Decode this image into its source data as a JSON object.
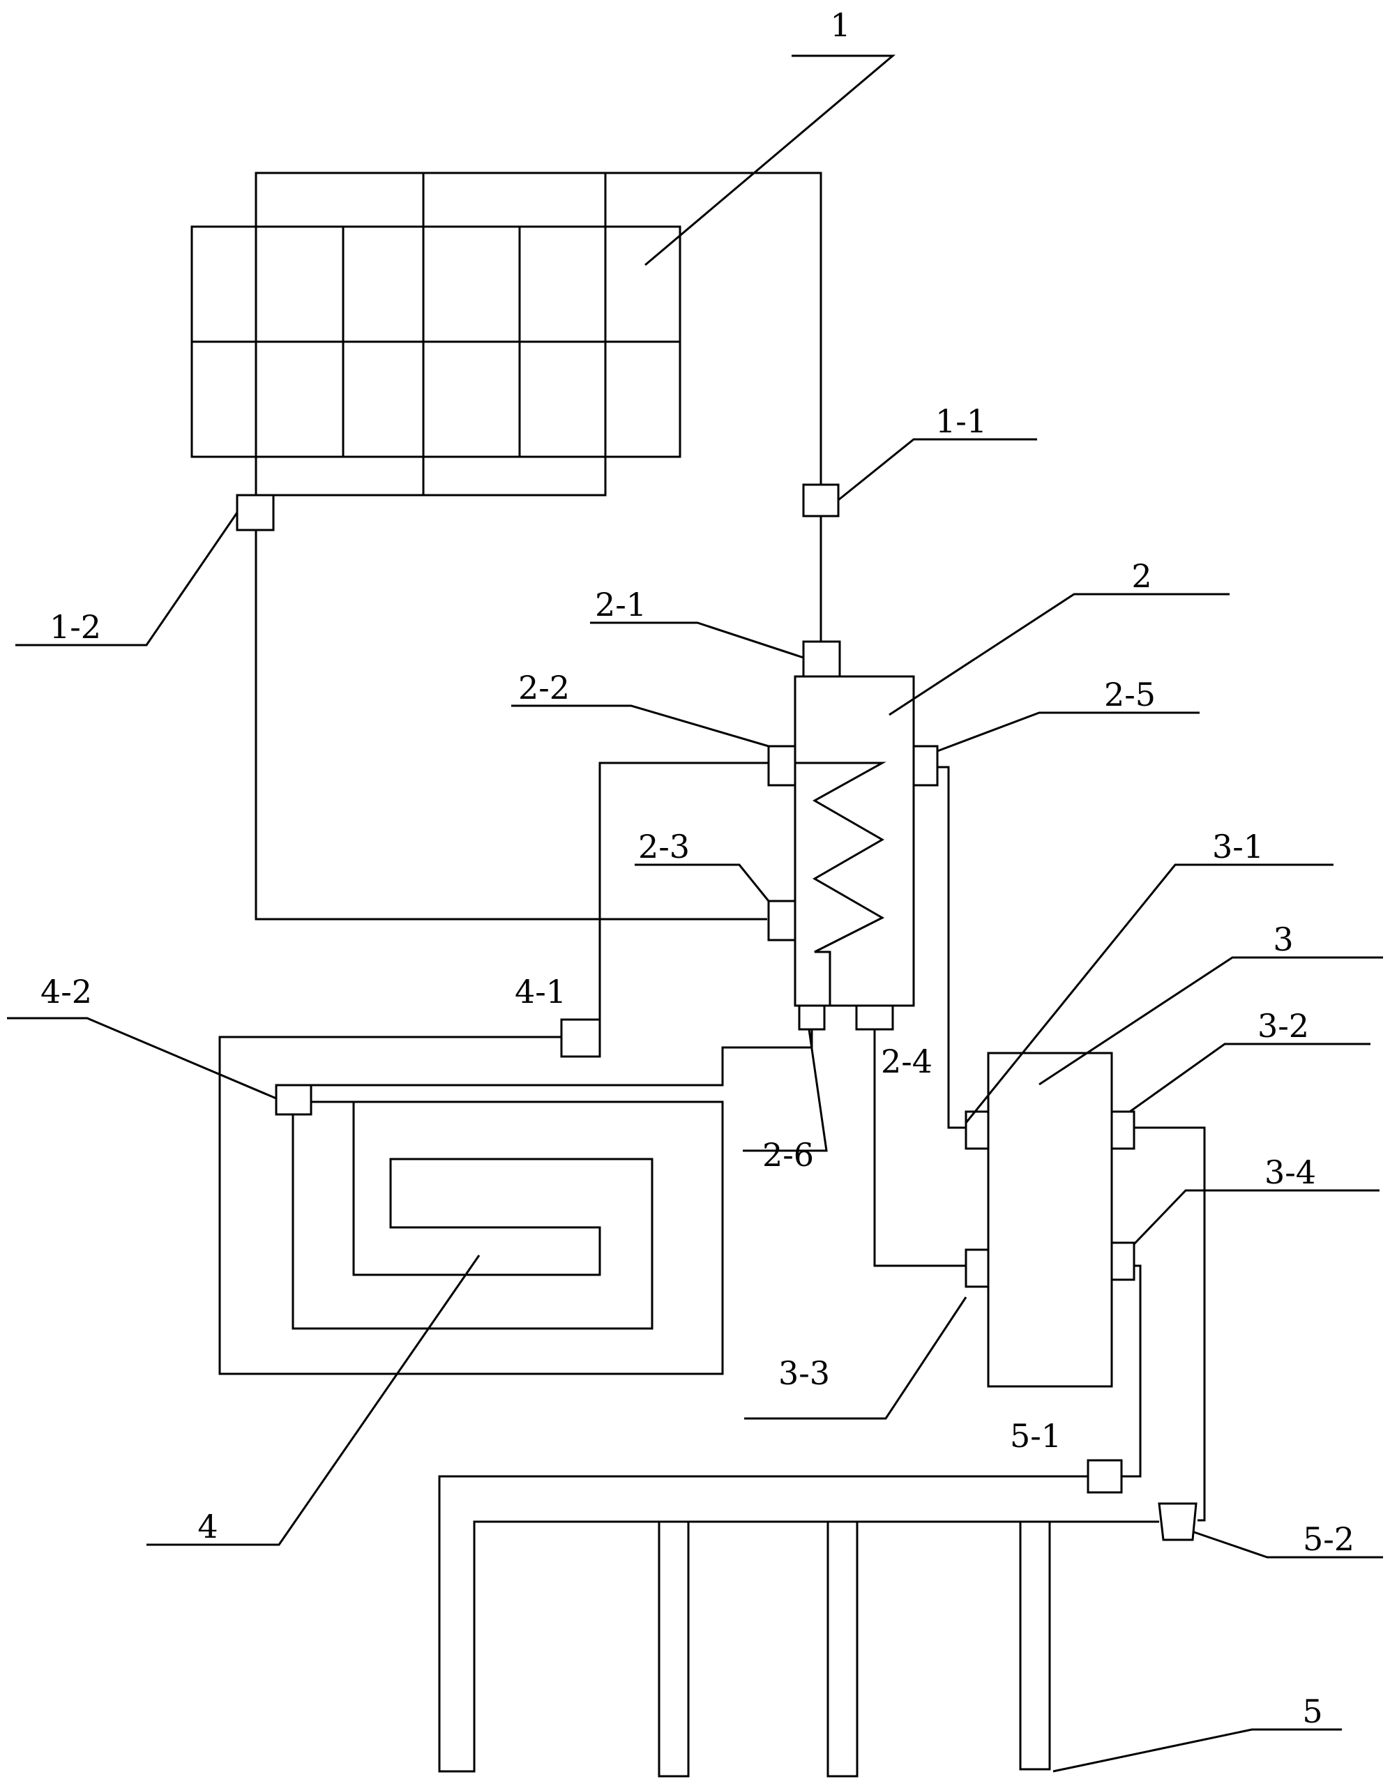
{
  "labels": {
    "l1": "1",
    "l1_1": "1-1",
    "l1_2": "1-2",
    "l2": "2",
    "l2_1": "2-1",
    "l2_2": "2-2",
    "l2_3": "2-3",
    "l2_4": "2-4",
    "l2_5": "2-5",
    "l2_6": "2-6",
    "l3": "3",
    "l3_1": "3-1",
    "l3_2": "3-2",
    "l3_3": "3-3",
    "l3_4": "3-4",
    "l4": "4",
    "l4_1": "4-1",
    "l4_2": "4-2",
    "l5": "5",
    "l5_1": "5-1",
    "l5_2": "5-2"
  }
}
